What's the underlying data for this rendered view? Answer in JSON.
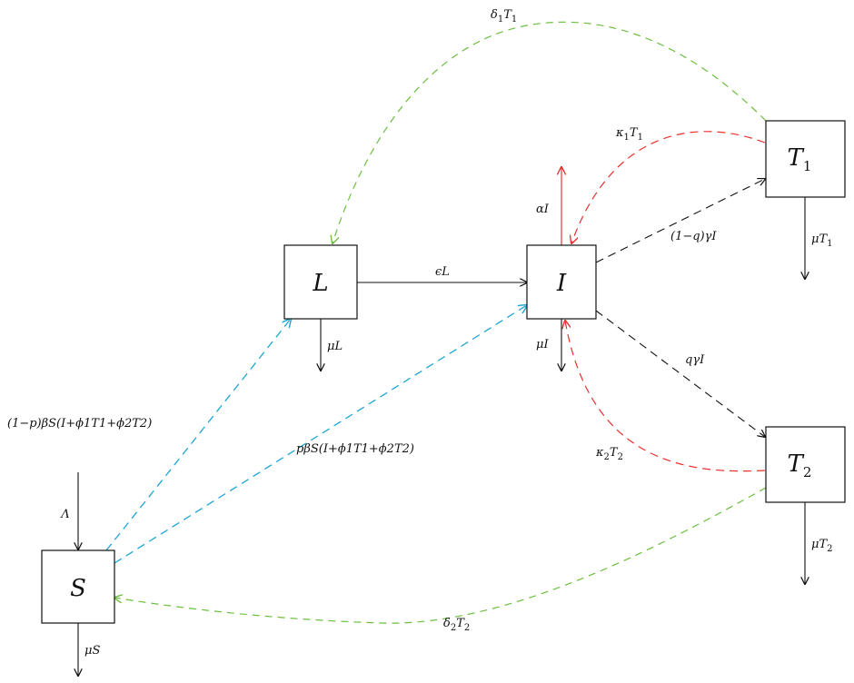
{
  "compartments": {
    "S": {
      "label": "S"
    },
    "L": {
      "label": "L"
    },
    "I": {
      "label": "I"
    },
    "T1": {
      "label": "T",
      "sub": "1"
    },
    "T2": {
      "label": "T",
      "sub": "2"
    }
  },
  "rates": {
    "recruitment": "Λ",
    "mu_S": "μS",
    "mu_L": "μL",
    "mu_I": "μI",
    "mu_T1": {
      "main": "μT",
      "sub": "1"
    },
    "mu_T2": {
      "main": "μT",
      "sub": "2"
    },
    "alpha_I": "αI",
    "epsilon_L": "ϵL",
    "one_minus_q_gamma_I": "(1−q)γI",
    "q_gamma_I": "qγI",
    "kappa1_T1": {
      "k": "κ",
      "ks": "1",
      "t": "T",
      "ts": "1"
    },
    "kappa2_T2": {
      "k": "κ",
      "ks": "2",
      "t": "T",
      "ts": "2"
    },
    "delta1_T1": {
      "d": "δ",
      "ds": "1",
      "t": "T",
      "ts": "1"
    },
    "delta2_T2": {
      "d": "δ",
      "ds": "2",
      "t": "T",
      "ts": "2"
    },
    "force_latent": "(1−p)βS(I+ϕ1T1+ϕ2T2)",
    "force_infectious": "pβS(I+ϕ1T1+ϕ2T2)"
  },
  "colors": {
    "black": "#111111",
    "red": "#e8312f",
    "green": "#6cbf3f",
    "cyan": "#1ea6d6"
  }
}
